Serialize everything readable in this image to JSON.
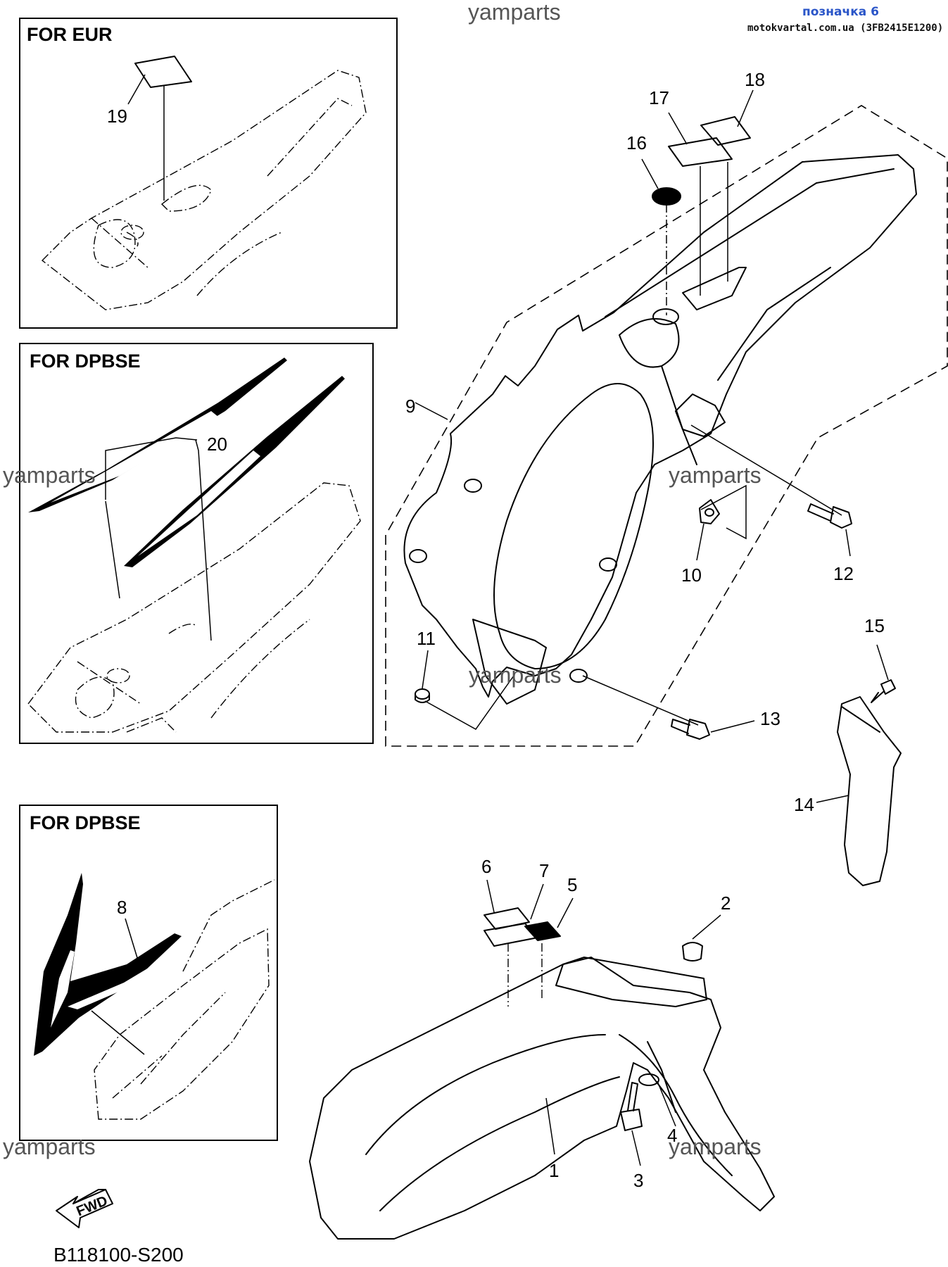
{
  "header": {
    "watermark": "yamparts",
    "stamp_line1": "позначка 6",
    "stamp_line2": "motokvartal.com.ua (3FB2415E1200)"
  },
  "insets": {
    "eur_title": "FOR EUR",
    "dpbse_title_1": "FOR DPBSE",
    "dpbse_title_2": "FOR DPBSE"
  },
  "callouts": [
    "1",
    "2",
    "3",
    "4",
    "5",
    "6",
    "7",
    "8",
    "9",
    "10",
    "11",
    "12",
    "13",
    "14",
    "15",
    "16",
    "17",
    "18",
    "19",
    "20"
  ],
  "footer": {
    "diagram_code": "B118100-S200",
    "fwd_label": "FWD"
  },
  "colors": {
    "line": "#000000",
    "watermark": "#555555",
    "stamp": "#2a55c8"
  }
}
